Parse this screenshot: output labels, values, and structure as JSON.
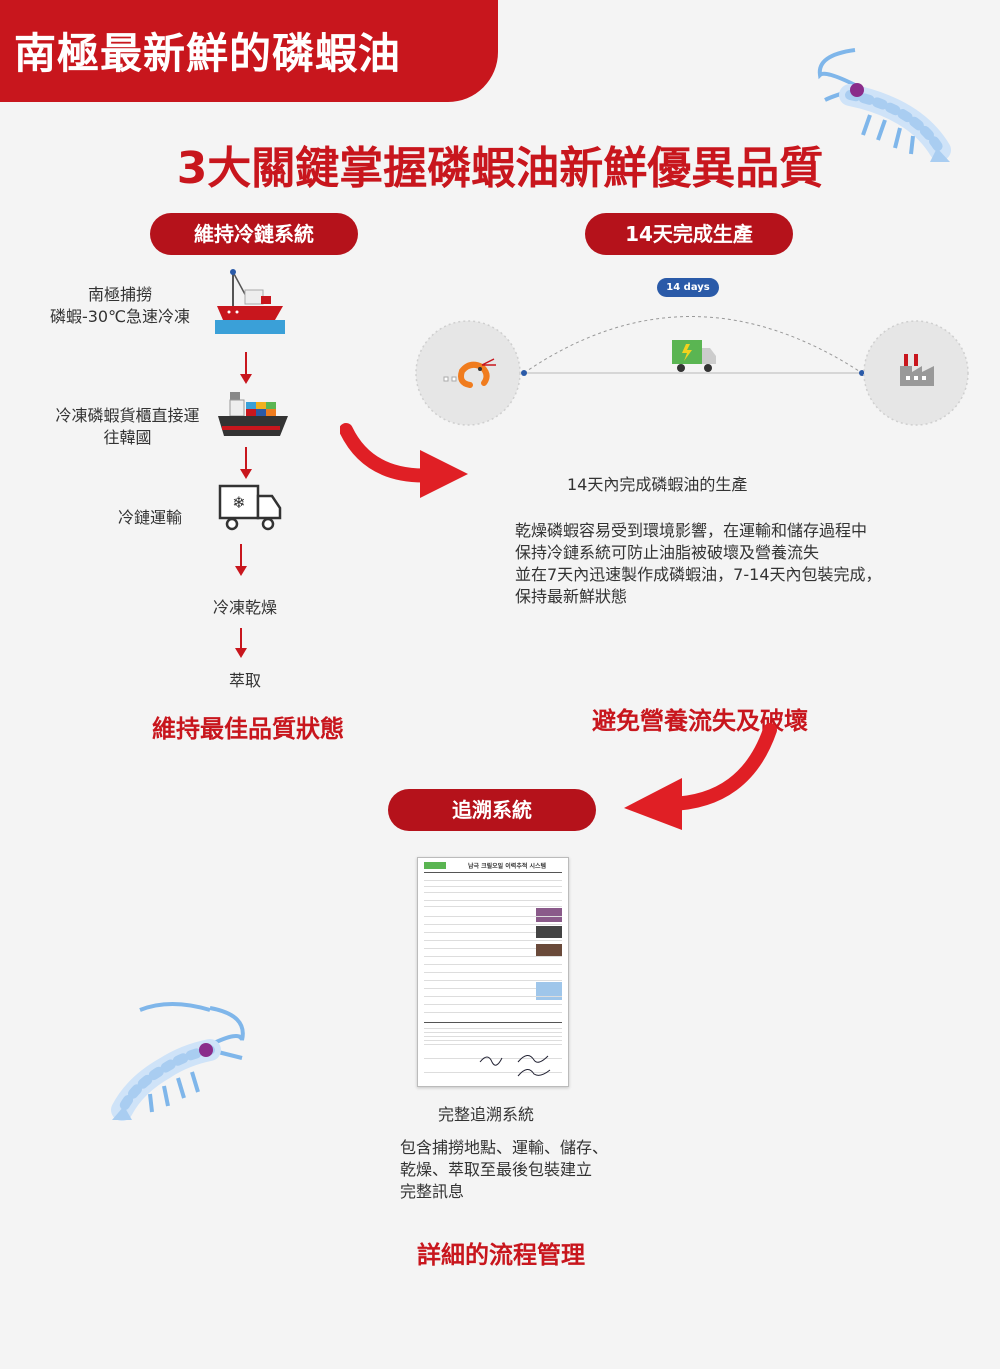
{
  "banner": {
    "title": "南極最新鮮的磷蝦油"
  },
  "headline": "3大關鍵掌握磷蝦油新鮮優異品質",
  "cold_chain": {
    "pill": "維持冷鏈系統",
    "steps": [
      "南極捕撈",
      "磷蝦-30℃急速冷凍",
      "冷凍磷蝦貨櫃直接運",
      "往韓國",
      "冷鏈運輸",
      "冷凍乾燥",
      "萃取"
    ],
    "subhead": "維持最佳品質狀態"
  },
  "production": {
    "pill": "14天完成生產",
    "badge": "14 days",
    "lead": "14天內完成磷蝦油的生產",
    "lines": [
      "乾燥磷蝦容易受到環境影響，在運輸和儲存過程中",
      "保持冷鏈系統可防止油脂被破壞及營養流失",
      "並在7天內迅速製作成磷蝦油，7-14天內包裝完成，",
      "保持最新鮮狀態"
    ],
    "subhead": "避免營養流失及破壞"
  },
  "trace": {
    "pill": "追溯系統",
    "doc_title": "남극 크릴오일 이력추적 시스템",
    "lead": "完整追溯系統",
    "lines": [
      "包含捕撈地點、運輸、儲存、",
      "乾燥、萃取至最後包裝建立",
      "完整訊息"
    ],
    "subhead": "詳細的流程管理"
  },
  "colors": {
    "accent": "#c8161d",
    "pill": "#b5121b",
    "badge": "#2a5aa8",
    "background": "#f4f4f4"
  },
  "icons": [
    "shrimp-icon",
    "fishing-boat-icon",
    "container-ship-icon",
    "refrigerated-truck-icon",
    "delivery-truck-icon",
    "factory-icon",
    "curved-arrow-icon"
  ]
}
